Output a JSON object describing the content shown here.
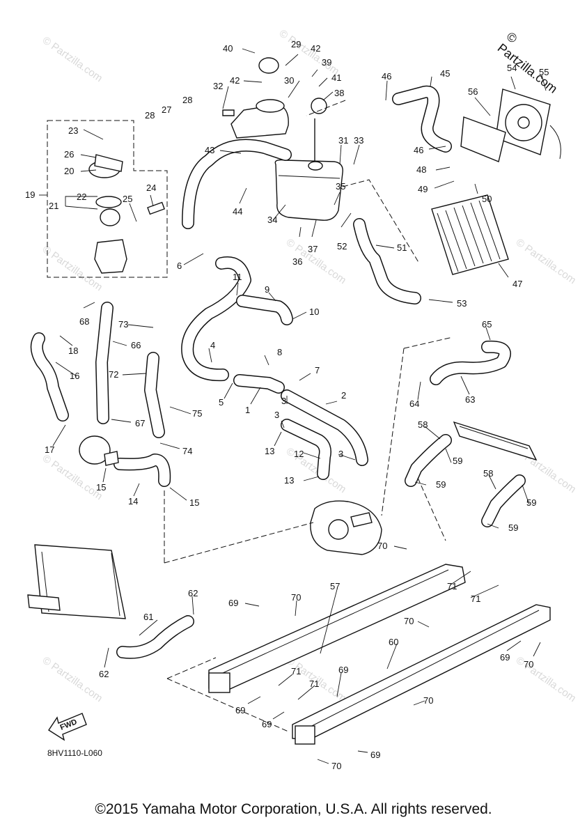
{
  "brand": "© Partzilla.com",
  "watermark": "© Partzilla.com",
  "diagram_code": "8HV1110-L060",
  "fwd_label": "FWD",
  "copyright": "©2015 Yamaha Motor Corporation, U.S.A. All rights reserved.",
  "callouts": [
    {
      "id": "n1",
      "text": "1"
    },
    {
      "id": "n2",
      "text": "2"
    },
    {
      "id": "n3a",
      "text": "3"
    },
    {
      "id": "n3b",
      "text": "3"
    },
    {
      "id": "n3c",
      "text": "3"
    },
    {
      "id": "n4",
      "text": "4"
    },
    {
      "id": "n5",
      "text": "5"
    },
    {
      "id": "n6",
      "text": "6"
    },
    {
      "id": "n7",
      "text": "7"
    },
    {
      "id": "n8",
      "text": "8"
    },
    {
      "id": "n9",
      "text": "9"
    },
    {
      "id": "n10",
      "text": "10"
    },
    {
      "id": "n11",
      "text": "11"
    },
    {
      "id": "n12",
      "text": "12"
    },
    {
      "id": "n13a",
      "text": "13"
    },
    {
      "id": "n13b",
      "text": "13"
    },
    {
      "id": "n14",
      "text": "14"
    },
    {
      "id": "n15a",
      "text": "15"
    },
    {
      "id": "n15b",
      "text": "15"
    },
    {
      "id": "n16",
      "text": "16"
    },
    {
      "id": "n17",
      "text": "17"
    },
    {
      "id": "n18",
      "text": "18"
    },
    {
      "id": "n19",
      "text": "19"
    },
    {
      "id": "n20",
      "text": "20"
    },
    {
      "id": "n21",
      "text": "21"
    },
    {
      "id": "n22",
      "text": "22"
    },
    {
      "id": "n23",
      "text": "23"
    },
    {
      "id": "n24",
      "text": "24"
    },
    {
      "id": "n25",
      "text": "25"
    },
    {
      "id": "n26",
      "text": "26"
    },
    {
      "id": "n27",
      "text": "27"
    },
    {
      "id": "n28a",
      "text": "28"
    },
    {
      "id": "n28b",
      "text": "28"
    },
    {
      "id": "n29",
      "text": "29"
    },
    {
      "id": "n30",
      "text": "30"
    },
    {
      "id": "n31",
      "text": "31"
    },
    {
      "id": "n32",
      "text": "32"
    },
    {
      "id": "n33",
      "text": "33"
    },
    {
      "id": "n34",
      "text": "34"
    },
    {
      "id": "n35",
      "text": "35"
    },
    {
      "id": "n36",
      "text": "36"
    },
    {
      "id": "n37",
      "text": "37"
    },
    {
      "id": "n38",
      "text": "38"
    },
    {
      "id": "n39",
      "text": "39"
    },
    {
      "id": "n40",
      "text": "40"
    },
    {
      "id": "n41",
      "text": "41"
    },
    {
      "id": "n42a",
      "text": "42"
    },
    {
      "id": "n42b",
      "text": "42"
    },
    {
      "id": "n43",
      "text": "43"
    },
    {
      "id": "n44",
      "text": "44"
    },
    {
      "id": "n45",
      "text": "45"
    },
    {
      "id": "n46a",
      "text": "46"
    },
    {
      "id": "n46b",
      "text": "46"
    },
    {
      "id": "n47",
      "text": "47"
    },
    {
      "id": "n48",
      "text": "48"
    },
    {
      "id": "n49",
      "text": "49"
    },
    {
      "id": "n50",
      "text": "50"
    },
    {
      "id": "n51",
      "text": "51"
    },
    {
      "id": "n52",
      "text": "52"
    },
    {
      "id": "n53",
      "text": "53"
    },
    {
      "id": "n54",
      "text": "54"
    },
    {
      "id": "n55",
      "text": "55"
    },
    {
      "id": "n56",
      "text": "56"
    },
    {
      "id": "n57",
      "text": "57"
    },
    {
      "id": "n58a",
      "text": "58"
    },
    {
      "id": "n58b",
      "text": "58"
    },
    {
      "id": "n59a",
      "text": "59"
    },
    {
      "id": "n59b",
      "text": "59"
    },
    {
      "id": "n59c",
      "text": "59"
    },
    {
      "id": "n59d",
      "text": "59"
    },
    {
      "id": "n60",
      "text": "60"
    },
    {
      "id": "n61",
      "text": "61"
    },
    {
      "id": "n62a",
      "text": "62"
    },
    {
      "id": "n62b",
      "text": "62"
    },
    {
      "id": "n63",
      "text": "63"
    },
    {
      "id": "n64",
      "text": "64"
    },
    {
      "id": "n65",
      "text": "65"
    },
    {
      "id": "n66",
      "text": "66"
    },
    {
      "id": "n67",
      "text": "67"
    },
    {
      "id": "n68",
      "text": "68"
    },
    {
      "id": "n69a",
      "text": "69"
    },
    {
      "id": "n69b",
      "text": "69"
    },
    {
      "id": "n69c",
      "text": "69"
    },
    {
      "id": "n69d",
      "text": "69"
    },
    {
      "id": "n69e",
      "text": "69"
    },
    {
      "id": "n69f",
      "text": "69"
    },
    {
      "id": "n70a",
      "text": "70"
    },
    {
      "id": "n70b",
      "text": "70"
    },
    {
      "id": "n70c",
      "text": "70"
    },
    {
      "id": "n70d",
      "text": "70"
    },
    {
      "id": "n70e",
      "text": "70"
    },
    {
      "id": "n70f",
      "text": "70"
    },
    {
      "id": "n71a",
      "text": "71"
    },
    {
      "id": "n71b",
      "text": "71"
    },
    {
      "id": "n71c",
      "text": "71"
    },
    {
      "id": "n71d",
      "text": "71"
    },
    {
      "id": "n72",
      "text": "72"
    },
    {
      "id": "n73",
      "text": "73"
    },
    {
      "id": "n74",
      "text": "74"
    },
    {
      "id": "n75",
      "text": "75"
    }
  ]
}
